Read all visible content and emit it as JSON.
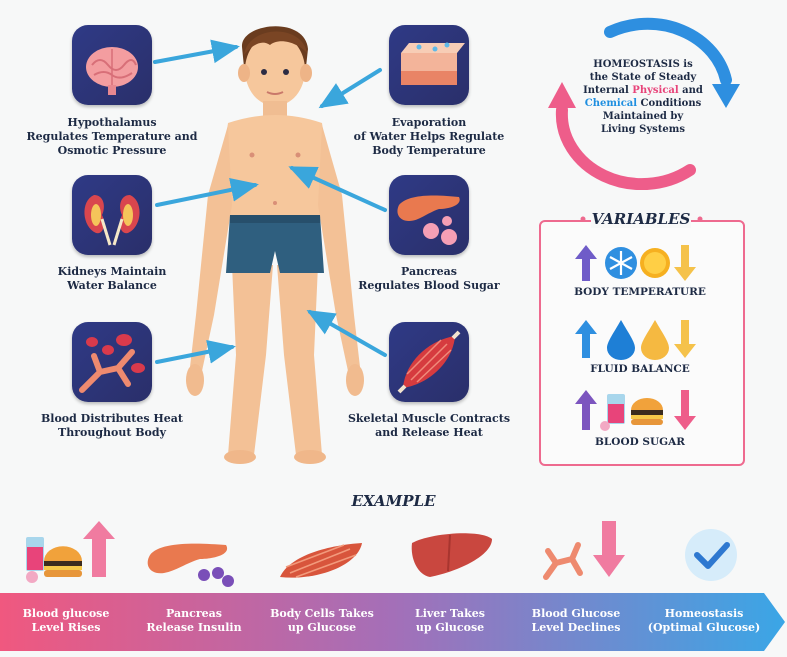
{
  "organs": [
    {
      "id": "hypothalamus",
      "icon": "brain-icon",
      "lines": [
        "Hypothalamus",
        "Regulates Temperature and",
        "Osmotic Pressure"
      ]
    },
    {
      "id": "kidneys",
      "icon": "kidneys-icon",
      "lines": [
        "Kidneys Maintain",
        "Water Balance"
      ]
    },
    {
      "id": "blood",
      "icon": "blood-vessel-icon",
      "lines": [
        "Blood Distributes Heat",
        "Throughout Body"
      ]
    },
    {
      "id": "skin",
      "icon": "skin-icon",
      "lines": [
        "Evaporation",
        "of Water Helps Regulate",
        "Body Temperature"
      ]
    },
    {
      "id": "pancreas",
      "icon": "pancreas-icon",
      "lines": [
        "Pancreas",
        "Regulates Blood Sugar"
      ]
    },
    {
      "id": "muscle",
      "icon": "muscle-icon",
      "lines": [
        "Skeletal Muscle Contracts",
        "and Release Heat"
      ]
    }
  ],
  "homeostasis": {
    "part1": "HOMEOSTASIS is",
    "part2": "the State of Steady",
    "part3a": "Internal ",
    "physical": "Physical",
    "part3b": " and",
    "chemical": "Chemical",
    "part4": " Conditions",
    "part5": "Maintained by",
    "part6": "Living Systems"
  },
  "variables": {
    "title": "VARIABLES",
    "items": [
      {
        "label": "BODY TEMPERATURE",
        "icons": [
          "arrow-up-icon",
          "snowflake-icon",
          "sun-icon",
          "arrow-down-icon"
        ]
      },
      {
        "label": "FLUID BALANCE",
        "icons": [
          "arrow-up-icon",
          "water-drop-icon",
          "water-drop-icon",
          "arrow-down-icon"
        ]
      },
      {
        "label": "BLOOD SUGAR",
        "icons": [
          "arrow-up-icon",
          "juice-icon",
          "burger-icon",
          "arrow-down-icon"
        ]
      }
    ]
  },
  "example": {
    "title": "EXAMPLE",
    "steps": [
      {
        "lines": [
          "Blood glucose",
          "Level Rises"
        ]
      },
      {
        "lines": [
          "Pancreas",
          "Release Insulin"
        ]
      },
      {
        "lines": [
          "Body Cells Takes",
          "up Glucose"
        ]
      },
      {
        "lines": [
          "Liver Takes",
          "up Glucose"
        ]
      },
      {
        "lines": [
          "Blood Glucose",
          "Level Declines"
        ]
      },
      {
        "lines": [
          "Homeostasis",
          "(Optimal Glucose)"
        ]
      }
    ]
  },
  "colors": {
    "icon_bg": "#2a2f6a",
    "arrow": "#3aa6dc",
    "accent_pink": "#ee5d8a",
    "accent_blue": "#2e8fe0",
    "physical": "#e8447a",
    "chemical": "#1f8fe0",
    "banner_start": "#f0587f",
    "banner_end": "#3aa6e6"
  }
}
